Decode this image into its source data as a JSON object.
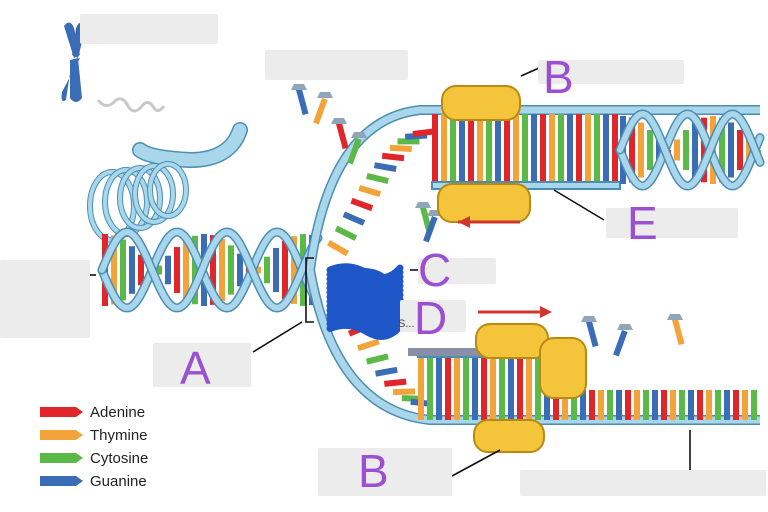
{
  "labels": {
    "top_right_B": "B",
    "right_E": "E",
    "mid_C": "C",
    "mid_D": "D",
    "left_A": "A",
    "bottom_B": "B",
    "partial_text": "S..."
  },
  "legend": [
    {
      "name": "Adenine",
      "color": "#e0252b",
      "icon": "adenine-swatch"
    },
    {
      "name": "Thymine",
      "color": "#f2a33a",
      "icon": "thymine-swatch"
    },
    {
      "name": "Cytosine",
      "color": "#5bb947",
      "icon": "cytosine-swatch"
    },
    {
      "name": "Guanine",
      "color": "#3a6db5",
      "icon": "guanine-swatch"
    }
  ],
  "colors": {
    "backbone": "#a9d6ea",
    "backbone_edge": "#4a8fb3",
    "enzyme": "#f4c43a",
    "enzyme_edge": "#b88a12",
    "arrow": "#d0362e",
    "label_ink": "#9b4fd1",
    "scribble": "#1f57c9",
    "chromosome": "#3a6db5",
    "redaction": "#ececec"
  }
}
